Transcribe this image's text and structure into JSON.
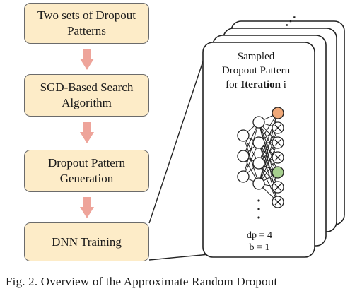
{
  "steps": [
    "Two sets of Dropout\nPatterns",
    "SGD-Based Search\nAlgorithm",
    "Dropout Pattern\nGeneration",
    "DNN Training"
  ],
  "card": {
    "title_line1": "Sampled",
    "title_line2": "Dropout Pattern",
    "title_prefix": "for ",
    "title_bold": "Iteration",
    "title_suffix": " i",
    "dp_label": "dp = 4",
    "b_label": "b = 1",
    "stack_ellipsis": "⋰",
    "neuron_ellipsis": "⋮"
  },
  "caption": "Fig. 2.  Overview of the Approximate Random Dropout",
  "colors": {
    "step_fill": "#fdecc8",
    "arrow_fill": "#eea49a",
    "neuron_orange": "#f0a878",
    "neuron_green": "#a6cf8e"
  }
}
